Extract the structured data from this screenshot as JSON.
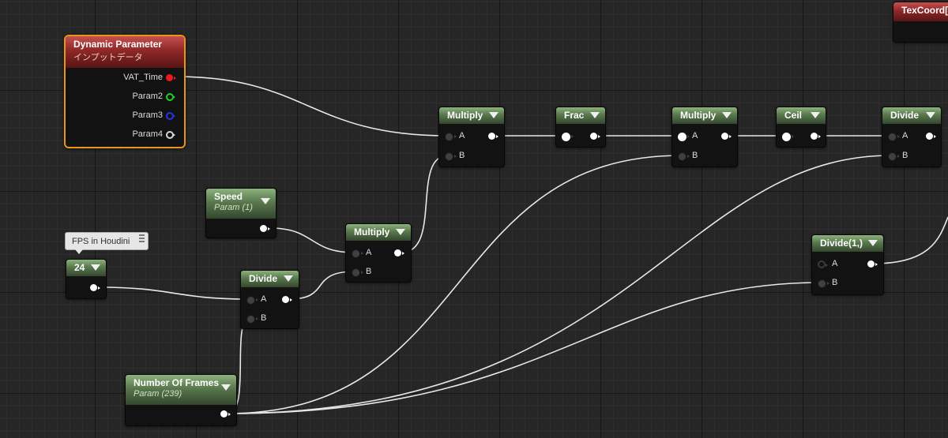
{
  "graph": {
    "nodes": {
      "dynamic_param": {
        "title": "Dynamic Parameter",
        "subtitle": "インプットデータ",
        "outputs": [
          "VAT_Time",
          "Param2",
          "Param3",
          "Param4"
        ]
      },
      "texcoord": {
        "title": "TexCoord["
      },
      "speed": {
        "title": "Speed",
        "subtitle": "Param (1)"
      },
      "fps_comment": {
        "text": "FPS in Houdini"
      },
      "const24": {
        "title": "24"
      },
      "multiply1": {
        "title": "Multiply",
        "inputs": [
          "A",
          "B"
        ]
      },
      "divide1": {
        "title": "Divide",
        "inputs": [
          "A",
          "B"
        ]
      },
      "multiply2": {
        "title": "Multiply",
        "inputs": [
          "A",
          "B"
        ]
      },
      "frac": {
        "title": "Frac"
      },
      "multiply3": {
        "title": "Multiply",
        "inputs": [
          "A",
          "B"
        ]
      },
      "ceil": {
        "title": "Ceil"
      },
      "divide2": {
        "title": "Divide",
        "inputs": [
          "A",
          "B"
        ]
      },
      "divide3": {
        "title": "Divide(1,)",
        "inputs": [
          "A",
          "B"
        ]
      },
      "frames": {
        "title": "Number Of Frames",
        "subtitle": "Param (239)"
      }
    },
    "colors": {
      "param_header": "#59784e",
      "special_header": "#8e2727",
      "selection_outline": "#e7961b",
      "wire": "#e8e8e8",
      "pin_vat_time": "#f01818",
      "pin_param2": "#20d020",
      "pin_param3": "#2436e0",
      "pin_param4": "#d8d8d8"
    }
  }
}
